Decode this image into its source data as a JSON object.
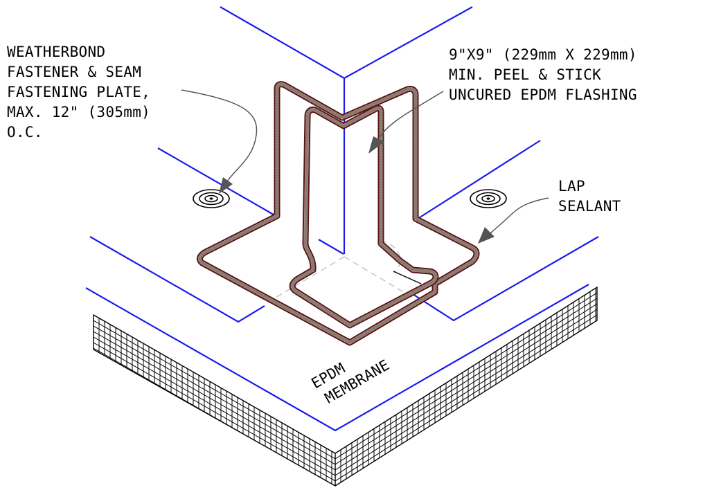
{
  "labels": {
    "fastener": {
      "lines": [
        "WEATHERBOND",
        "FASTENER & SEAM",
        "FASTENING PLATE,",
        "MAX. 12\" (305mm)",
        "O.C."
      ]
    },
    "flashing": {
      "lines": [
        "9\"X9\" (229mm X 229mm)",
        "MIN. PEEL & STICK",
        "UNCURED EPDM FLASHING"
      ]
    },
    "sealant": {
      "lines": [
        "LAP",
        "SEALANT"
      ]
    },
    "membrane": {
      "lines": [
        "EPDM",
        "MEMBRANE"
      ]
    }
  },
  "colors": {
    "wall_lines": "#1a1aee",
    "sealant": "#5a1212",
    "insulation_grid": "#000000",
    "leaders": "#555555"
  },
  "icons": [
    "fastener-plate-icon",
    "fastener-plate-icon"
  ]
}
